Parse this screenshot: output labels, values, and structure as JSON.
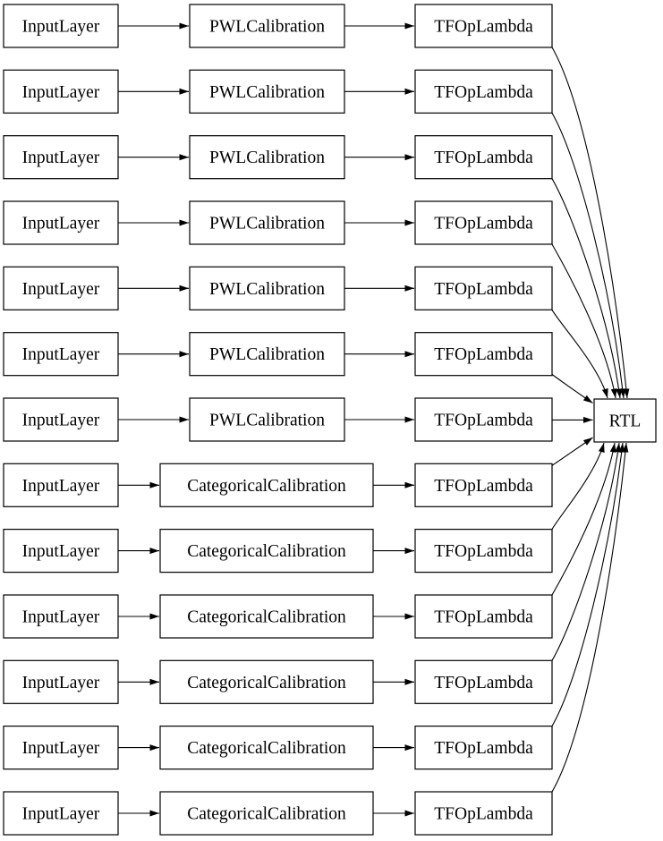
{
  "diagram": {
    "type": "layered-model-graph",
    "background_color": "#ffffff",
    "node_fill_color": "#ffffff",
    "node_border_color": "#000000",
    "edge_color": "#000000",
    "text_color": "#000000",
    "node_labels": {
      "input": "InputLayer",
      "pwl": "PWLCalibration",
      "categorical": "CategoricalCalibration",
      "lambda": "TFOpLambda",
      "output": "RTL"
    },
    "rows": [
      {
        "calibration": "pwl"
      },
      {
        "calibration": "pwl"
      },
      {
        "calibration": "pwl"
      },
      {
        "calibration": "pwl"
      },
      {
        "calibration": "pwl"
      },
      {
        "calibration": "pwl"
      },
      {
        "calibration": "pwl"
      },
      {
        "calibration": "categorical"
      },
      {
        "calibration": "categorical"
      },
      {
        "calibration": "categorical"
      },
      {
        "calibration": "categorical"
      },
      {
        "calibration": "categorical"
      },
      {
        "calibration": "categorical"
      }
    ],
    "connectivity": {
      "row_chain": [
        "input",
        "calibration",
        "lambda"
      ],
      "all_lambda_rows_to": "output"
    },
    "counts": {
      "rows": 13,
      "pwl_rows": 7,
      "categorical_rows": 6
    }
  }
}
